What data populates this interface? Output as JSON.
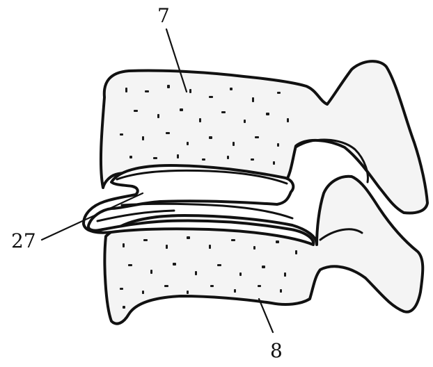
{
  "labels": {
    "upper": "7",
    "lower": "8",
    "disc": "27"
  }
}
